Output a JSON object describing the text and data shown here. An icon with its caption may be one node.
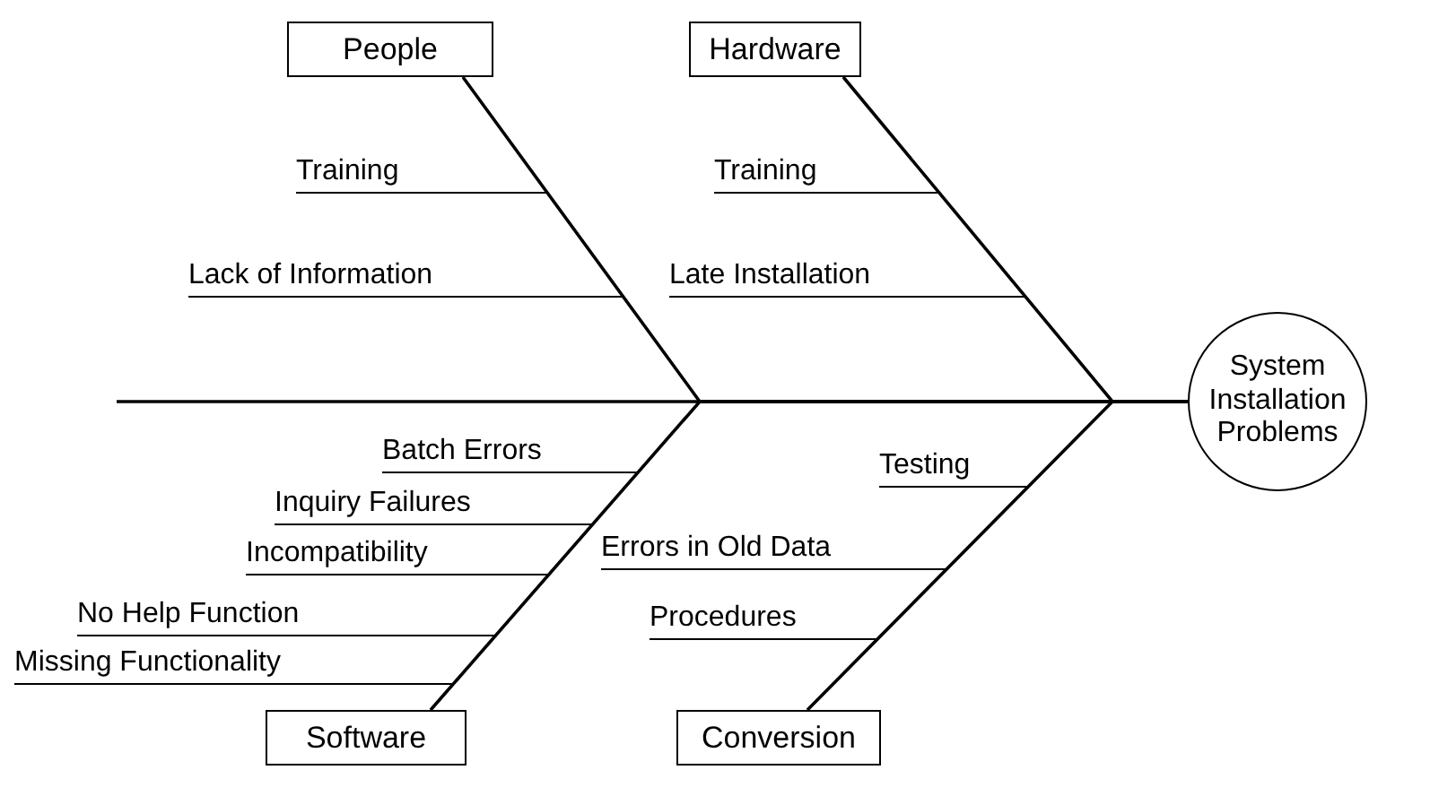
{
  "diagram": {
    "nodes": [
      {
        "text": [
          "People"
        ]
      },
      {
        "text": [
          "Hardware"
        ]
      },
      {
        "text": [
          "Software"
        ]
      },
      {
        "text": [
          "Conversion"
        ]
      },
      {
        "text": [
          "System Installation Problems"
        ]
      }
    ],
    "edges": [
      {
        "from": 0,
        "to": 4,
        "arrow": "none"
      },
      {
        "from": 1,
        "to": 4,
        "arrow": "none"
      },
      {
        "from": 2,
        "to": 4,
        "arrow": "none"
      },
      {
        "from": 3,
        "to": 4,
        "arrow": "none"
      },
      {
        "from": null,
        "to": 4,
        "arrow": "none"
      }
    ],
    "labels": [
      "Training",
      "Lack of Information",
      "Training",
      "Late Installation",
      "Batch Errors",
      "Inquiry Failures",
      "Incompatibility",
      "No Help Function",
      "Missing Functionality",
      "Testing",
      "Errors in Old Data",
      "Procedures"
    ]
  }
}
